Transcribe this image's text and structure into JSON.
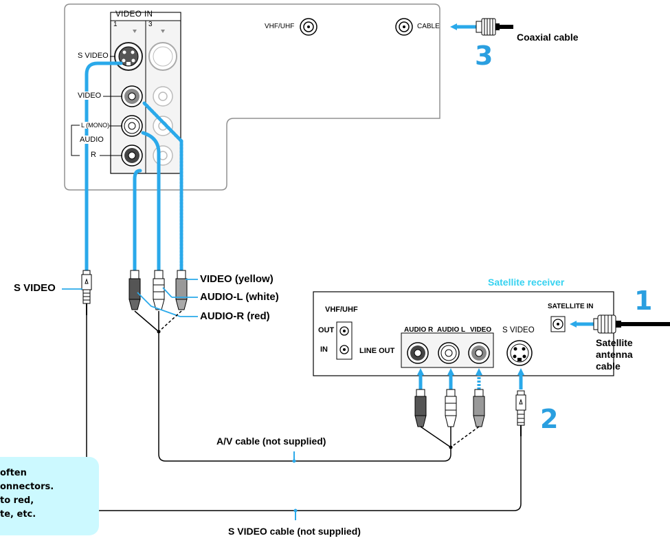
{
  "tv_panel": {
    "video_in_header": "VIDEO IN",
    "input_1": "1",
    "input_3": "3",
    "s_video_label": "S VIDEO",
    "video_label": "VIDEO",
    "audio_l_mono_label": "L (MONO)",
    "audio_label": "AUDIO",
    "audio_r_label": "R",
    "vhf_uhf_label": "VHF/UHF",
    "cable_label": "CABLE"
  },
  "coaxial_cable_label": "Coaxial cable",
  "steps": {
    "step1": "1",
    "step2": "2",
    "step3": "3"
  },
  "plug_labels": {
    "s_video": "S VIDEO",
    "video": "VIDEO (yellow)",
    "audio_l": "AUDIO-L (white)",
    "audio_r": "AUDIO-R (red)"
  },
  "receiver": {
    "title": "Satellite receiver",
    "vhf_uhf": "VHF/UHF",
    "out": "OUT",
    "in": "IN",
    "line_out": "LINE OUT",
    "audio_r": "AUDIO R",
    "audio_l": "AUDIO L",
    "video": "VIDEO",
    "s_video": "S VIDEO",
    "satellite_in": "SATELLITE IN"
  },
  "antenna_cable_label": [
    "Satellite",
    "antenna",
    "cable"
  ],
  "av_cable_label": "A/V cable (not supplied)",
  "s_video_cable_label": "S VIDEO cable (not supplied)",
  "note_lines": [
    "often",
    "onnectors.",
    "to red,",
    "te, etc."
  ],
  "colors": {
    "cable_blue": "#2aa9ea",
    "step_blue": "#2a9fe0",
    "title_cyan": "#36d2f0",
    "note_bg": "#ccf9ff"
  }
}
